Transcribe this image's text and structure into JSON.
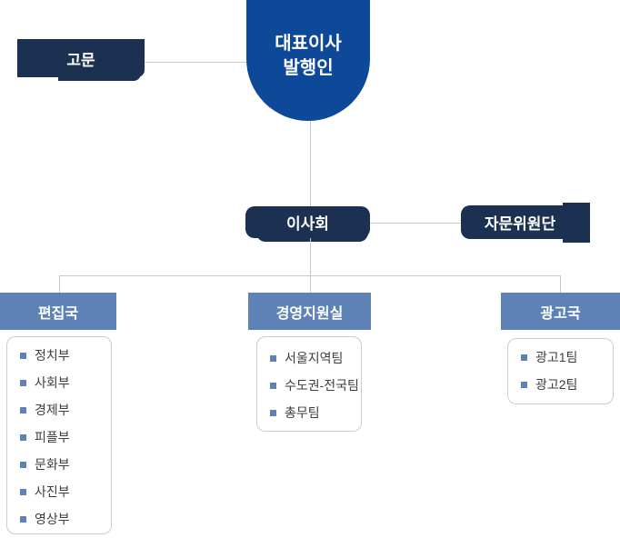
{
  "colors": {
    "ceo_badge": "#0e4899",
    "navy_box": "#1c3051",
    "dept_header": "#5e82b6",
    "bullet": "#5e82b6",
    "connector_line": "#c9c9c9",
    "list_border": "#cccccc",
    "list_text": "#3d3d3d"
  },
  "org_chart": {
    "ceo": {
      "line1": "대표이사",
      "line2": "발행인"
    },
    "advisor": {
      "label": "고문"
    },
    "board": {
      "label": "이사회"
    },
    "advisory_committee": {
      "label": "자문위원단"
    },
    "departments": [
      {
        "name": "편집국",
        "teams": [
          "정치부",
          "사회부",
          "경제부",
          "피플부",
          "문화부",
          "사진부",
          "영상부"
        ]
      },
      {
        "name": "경영지원실",
        "teams": [
          "서울지역팀",
          "수도권-전국팀",
          "총무팀"
        ]
      },
      {
        "name": "광고국",
        "teams": [
          "광고1팀",
          "광고2팀"
        ]
      }
    ]
  }
}
